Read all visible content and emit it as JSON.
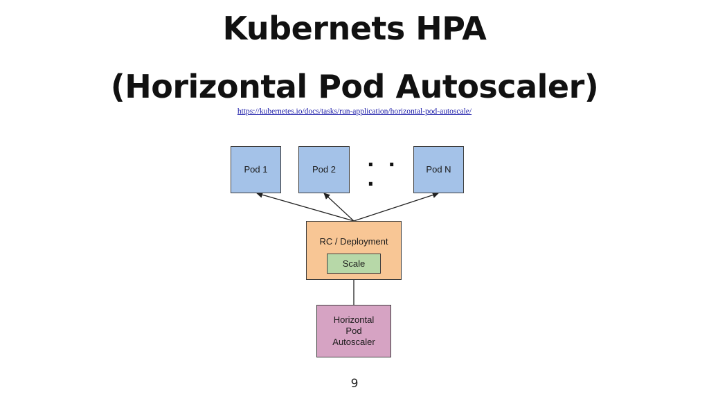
{
  "slide": {
    "title_line1": "Kubernets HPA",
    "title_line2": "(Horizontal Pod Autoscaler)",
    "source_url": "https://kubernetes.io/docs/tasks/run-application/horizontal-pod-autoscale/",
    "page_number": "9"
  },
  "diagram": {
    "pods": [
      "Pod 1",
      "Pod 2",
      "Pod N"
    ],
    "ellipsis": "· · ·",
    "deployment_label": "RC / Deployment",
    "scale_label": "Scale",
    "autoscaler_label": "Horizontal\nPod\nAutoscaler"
  },
  "colors": {
    "pod": "#a4c2e8",
    "deployment": "#f8c695",
    "scale": "#b7d8a8",
    "autoscaler": "#d6a3c3",
    "link": "#1a1aa8"
  }
}
